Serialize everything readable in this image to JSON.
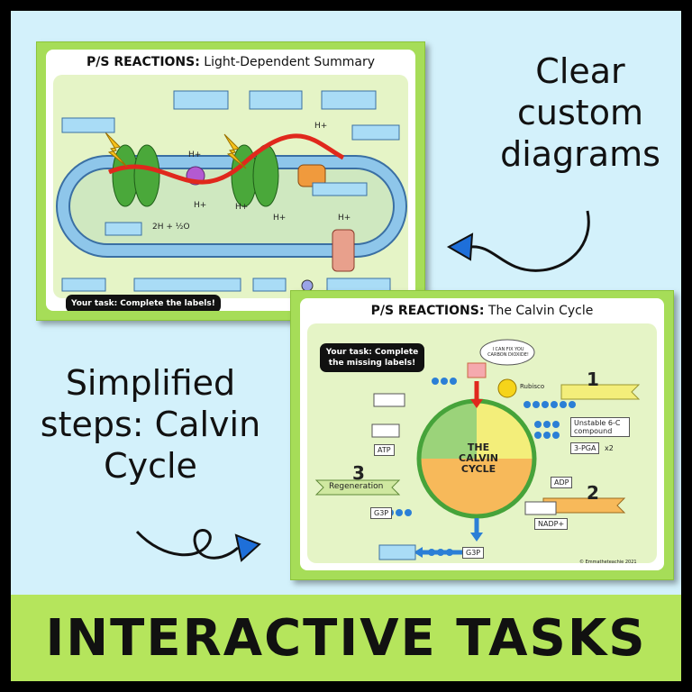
{
  "slide1": {
    "title_prefix": "P/S REACTIONS:",
    "title_rest": "Light-Dependent Summary",
    "task": "Your task: Complete the labels!",
    "water_label": "2H",
    "water_label_suffix": "+ ½O",
    "ions": [
      "H+",
      "H+",
      "H+",
      "H+",
      "H+",
      "H+"
    ]
  },
  "slide2": {
    "title_prefix": "P/S REACTIONS:",
    "title_rest": "The Calvin Cycle",
    "task": "Your task: Complete the missing labels!",
    "center_text": "THE CALVIN CYCLE",
    "speech": "I CAN FIX YOU CARBON DIOXIDE!",
    "rubisco": "Rubisco",
    "step1": "1",
    "step2": "2",
    "step3": "3",
    "regeneration": "Regeneration",
    "unstable": "Unstable 6-C compound",
    "pga": "3-PGA",
    "pga_mult": "x2",
    "atp": "ATP",
    "adp": "ADP",
    "nadp": "NADP+",
    "g3p_left": "G3P",
    "g3p_bottom": "G3P",
    "credit": "© Emmatheteachie 2021"
  },
  "right_caption": "Clear custom diagrams",
  "left_caption": "Simplified steps: Calvin Cycle",
  "banner": "INTERACTIVE TASKS",
  "colors": {
    "green": "#a6dd58",
    "sky": "#d3f1fb",
    "banner": "#b5e55c",
    "arrow": "#1e6fd9"
  }
}
